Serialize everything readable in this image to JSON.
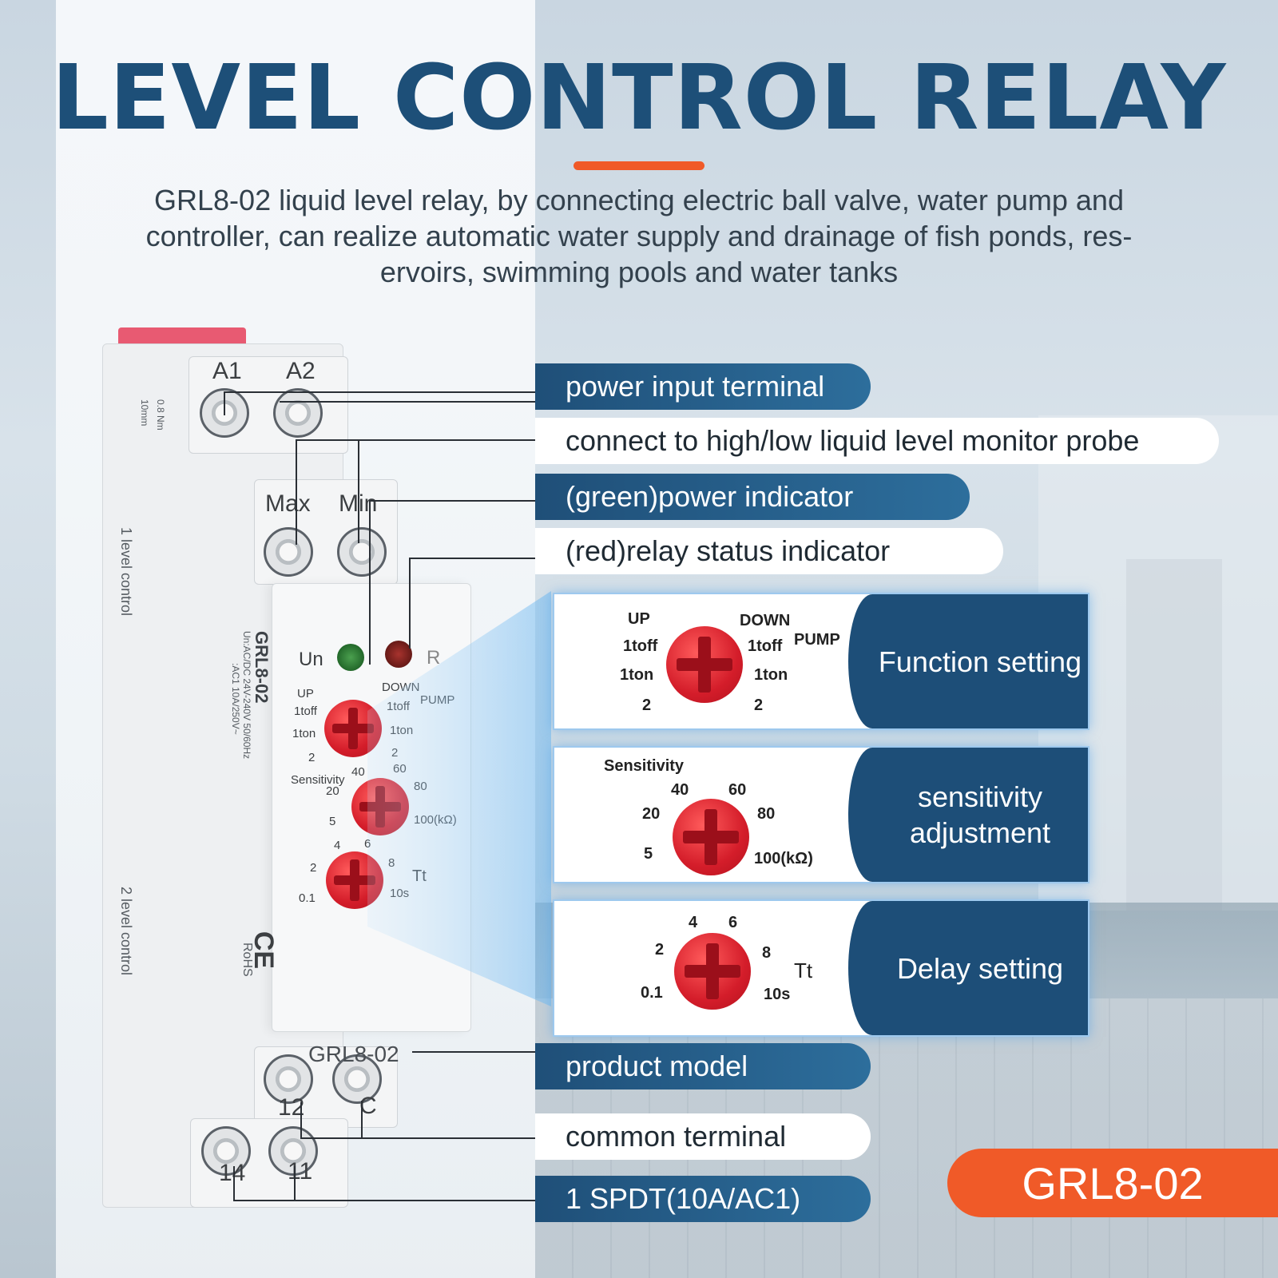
{
  "title": "LEVEL CONTROL RELAY",
  "subtitle_lines": [
    "GRL8-02 liquid level relay, by connecting electric ball valve, water pump and",
    "controller, can realize automatic water supply and drainage of fish ponds, res-",
    "ervoirs, swimming pools and water tanks"
  ],
  "device": {
    "terminals": {
      "a1": "A1",
      "a2": "A2",
      "max": "Max",
      "min": "Min",
      "t12": "12",
      "tc": "C",
      "t14": "14",
      "t11": "11"
    },
    "indicators": {
      "un": "Un",
      "r": "R"
    },
    "function_dial": {
      "up": "UP",
      "down": "DOWN",
      "pump": "PUMP",
      "l1toff": "1toff",
      "l1ton": "1ton",
      "l2": "2",
      "r1toff": "1toff",
      "r1ton": "1ton",
      "r2": "2"
    },
    "sensitivity_dial": {
      "label": "Sensitivity",
      "v5": "5",
      "v20": "20",
      "v40": "40",
      "v60": "60",
      "v80": "80",
      "v100": "100(kΩ)"
    },
    "delay_dial": {
      "v01": "0.1",
      "v2": "2",
      "v4": "4",
      "v6": "6",
      "v8": "8",
      "v10": "10s",
      "tt": "Tt"
    },
    "side_model": "GRL8-02",
    "side_spec": "Un:AC/DC 24V-240V 50/60Hz",
    "side_spec2": ":AC1 10A/250V~",
    "side_rohs": "RoHS",
    "level1": "1 level control",
    "level2": "2 level control",
    "torque": "0.8 Nm",
    "strip": "10mm",
    "model_print": "GRL8-02"
  },
  "callouts": {
    "power_input": "power input terminal",
    "probe_connect": "connect to high/low liquid level monitor probe",
    "green_indicator": "(green)power indicator",
    "red_indicator": "(red)relay status indicator",
    "product_model": "product model",
    "common_terminal": "common terminal",
    "spdt": "1 SPDT(10A/AC1)"
  },
  "features": {
    "function": "Function setting",
    "sensitivity": "sensitivity adjustment",
    "delay": "Delay setting"
  },
  "badge": "GRL8-02",
  "colors": {
    "title_blue": "#1d4f78",
    "accent_orange": "#f05a28",
    "knob_red": "#d41d2a",
    "panel_navy": "#1d4e78"
  }
}
